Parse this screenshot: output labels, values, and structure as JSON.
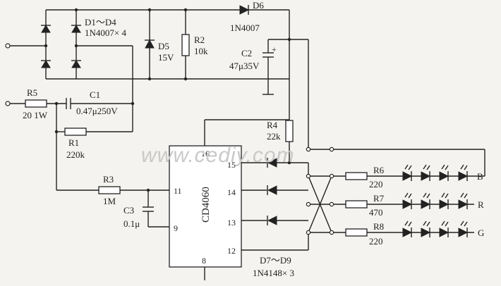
{
  "labels": {
    "d1_d4": "D1～D4",
    "d1_d4_part": "1N4007× 4",
    "d6": "D6",
    "d6_part": "1N4007",
    "d5": "D5",
    "d5_value": "15V",
    "r2": "R2",
    "r2_value": "10k",
    "c2": "C2",
    "c2_value": "47μ35V",
    "r5": "R5",
    "r5_value": "20 1W",
    "c1": "C1",
    "c1_value": "0.47μ250V",
    "r1": "R1",
    "r1_value": "220k",
    "r4": "R4",
    "r4_value": "22k",
    "r3": "R3",
    "r3_value": "1M",
    "c3": "C3",
    "c3_value": "0.1μ",
    "ic": "CD4060",
    "pin16": "16",
    "pin15": "15",
    "pin14": "14",
    "pin13": "13",
    "pin12": "12",
    "pin11": "11",
    "pin9": "9",
    "pin8": "8",
    "d7_d9": "D7～D9",
    "d7_d9_part": "1N4148× 3",
    "r6": "R6",
    "r6_value": "220",
    "r7": "R7",
    "r7_value": "470",
    "r8": "R8",
    "r8_value": "220",
    "out_b": "B",
    "out_r": "R",
    "out_g": "G"
  },
  "watermark": "www.cediy.com"
}
